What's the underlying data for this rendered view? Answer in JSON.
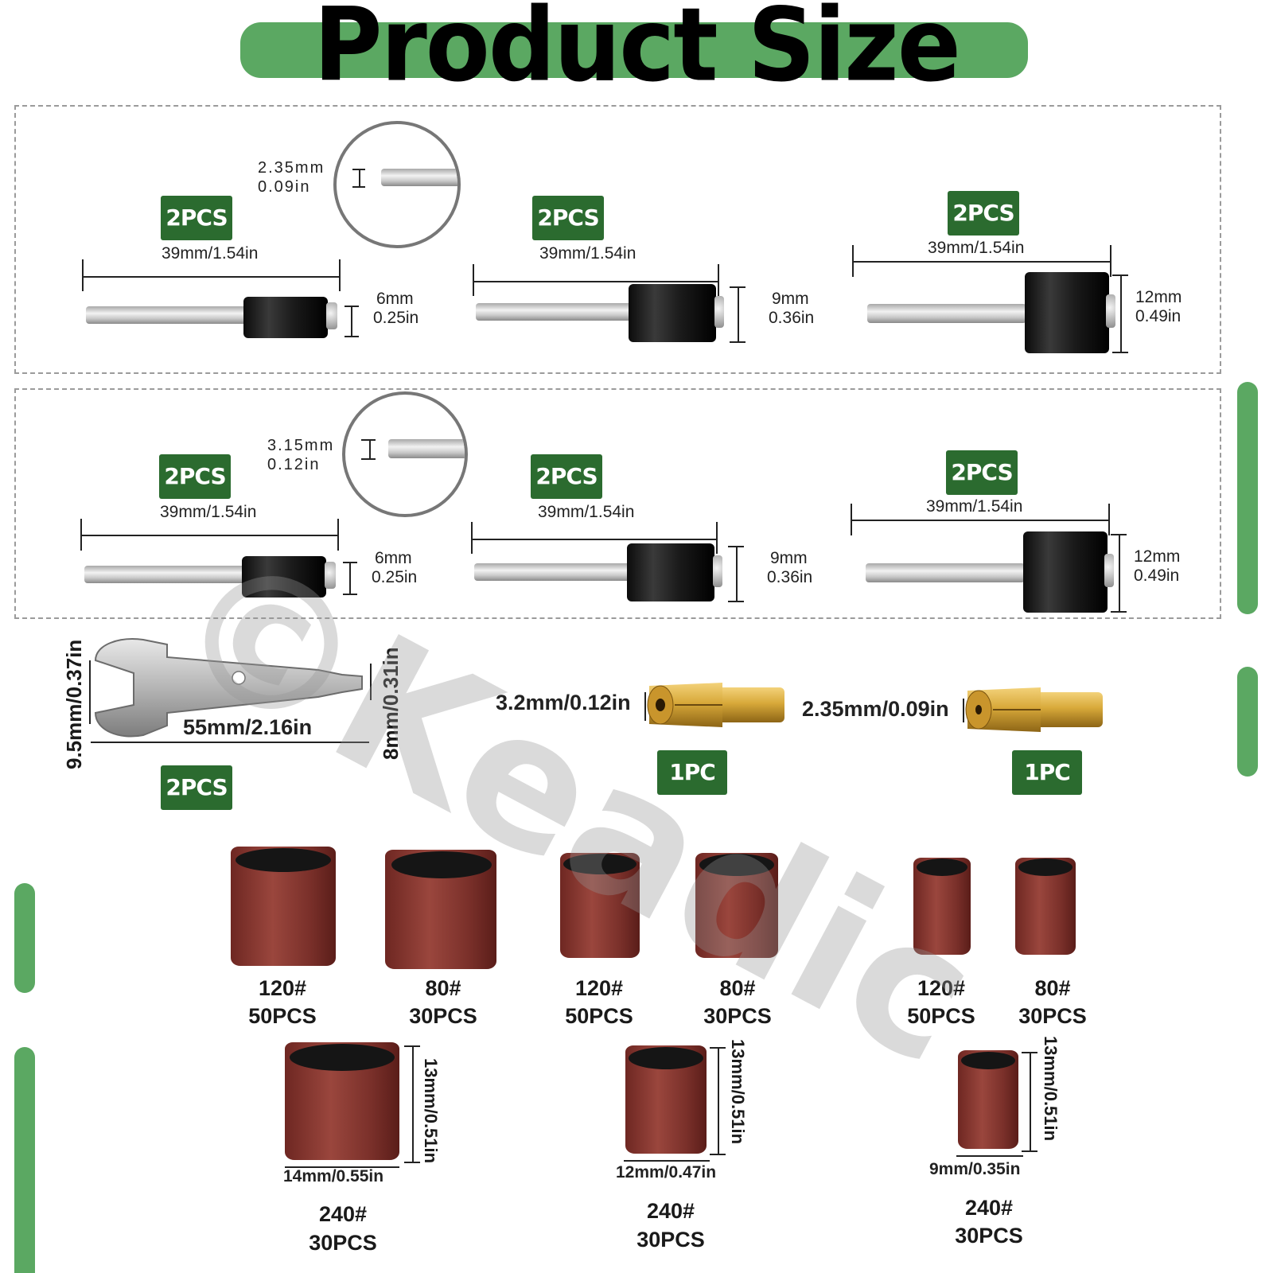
{
  "title": "Product Size",
  "watermark": "©Keadic",
  "colors": {
    "accent_green": "#5ba862",
    "badge_green": "#2b6b2f",
    "sleeve_red": "#8b3a33"
  },
  "panel1": {
    "zoom": {
      "mm": "2.35mm",
      "in": "0.09in"
    },
    "items": [
      {
        "badge": "2PCS",
        "length": "39mm/1.54in",
        "dia_mm": "6mm",
        "dia_in": "0.25in"
      },
      {
        "badge": "2PCS",
        "length": "39mm/1.54in",
        "dia_mm": "9mm",
        "dia_in": "0.36in"
      },
      {
        "badge": "2PCS",
        "length": "39mm/1.54in",
        "dia_mm": "12mm",
        "dia_in": "0.49in"
      }
    ]
  },
  "panel2": {
    "zoom": {
      "mm": "3.15mm",
      "in": "0.12in"
    },
    "items": [
      {
        "badge": "2PCS",
        "length": "39mm/1.54in",
        "dia_mm": "6mm",
        "dia_in": "0.25in"
      },
      {
        "badge": "2PCS",
        "length": "39mm/1.54in",
        "dia_mm": "9mm",
        "dia_in": "0.36in"
      },
      {
        "badge": "2PCS",
        "length": "39mm/1.54in",
        "dia_mm": "12mm",
        "dia_in": "0.49in"
      }
    ]
  },
  "wrench": {
    "jaw": "9.5mm/0.37in",
    "length": "55mm/2.16in",
    "tip": "8mm/0.31in",
    "badge": "2PCS"
  },
  "collets": [
    {
      "size": "3.2mm/0.12in",
      "badge": "1PC"
    },
    {
      "size": "2.35mm/0.09in",
      "badge": "1PC"
    }
  ],
  "sleeves_row1": [
    {
      "grit": "120#",
      "qty": "50PCS"
    },
    {
      "grit": "80#",
      "qty": "30PCS"
    },
    {
      "grit": "120#",
      "qty": "50PCS"
    },
    {
      "grit": "80#",
      "qty": "30PCS"
    },
    {
      "grit": "120#",
      "qty": "50PCS"
    },
    {
      "grit": "80#",
      "qty": "30PCS"
    }
  ],
  "sleeves_row2": [
    {
      "width": "14mm/0.55in",
      "height": "13mm/0.51in",
      "grit": "240#",
      "qty": "30PCS"
    },
    {
      "width": "12mm/0.47in",
      "height": "13mm/0.51in",
      "grit": "240#",
      "qty": "30PCS"
    },
    {
      "width": "9mm/0.35in",
      "height": "13mm/0.51in",
      "grit": "240#",
      "qty": "30PCS"
    }
  ]
}
